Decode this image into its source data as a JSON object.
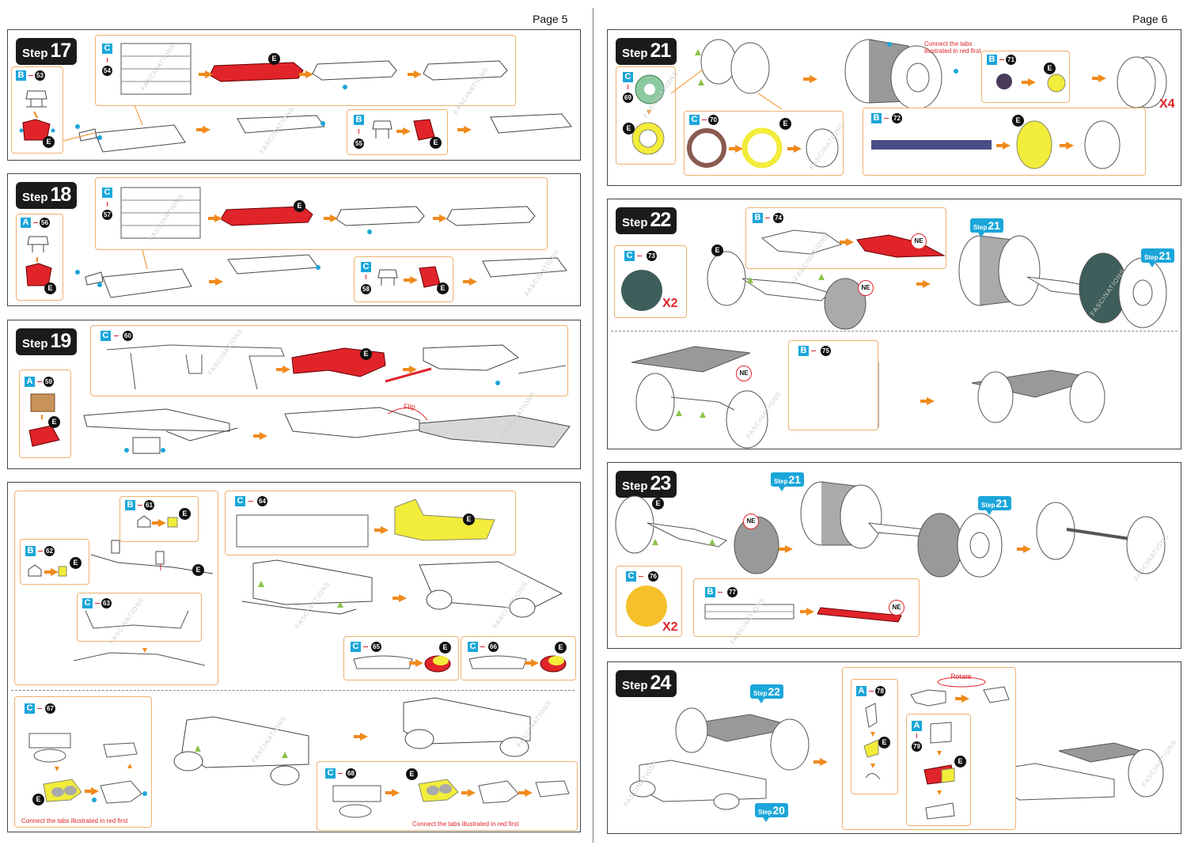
{
  "pages": {
    "left": "Page 5",
    "right": "Page 6"
  },
  "step_word": "Step",
  "steps": {
    "s17": "17",
    "s18": "18",
    "s19": "19",
    "s20": "20",
    "s21": "21",
    "s22": "22",
    "s23": "23",
    "s24": "24"
  },
  "sheets": {
    "a": "A",
    "b": "B",
    "c": "C"
  },
  "parts": {
    "p53": "53",
    "p54": "54",
    "p55": "55",
    "p56": "56",
    "p57": "57",
    "p58": "58",
    "p59": "59",
    "p60": "60",
    "p61": "61",
    "p62": "62",
    "p63": "63",
    "p64": "64",
    "p65": "65",
    "p66": "66",
    "p67": "67",
    "p68": "68",
    "p69": "69",
    "p70": "70",
    "p71": "71",
    "p72": "72",
    "p73": "73",
    "p74": "74",
    "p75": "75",
    "p76": "76",
    "p77": "77",
    "p78": "78",
    "p79": "79"
  },
  "marks": {
    "e": "E",
    "ne": "NE"
  },
  "labels": {
    "flip": "Flip",
    "rotate": "Rotate",
    "connect_tabs": "Connect the tabs illustrated in red first",
    "connect_tabs_l1": "Connect the tabs",
    "connect_tabs_l2": "illustrated in red first",
    "x2": "X2",
    "x4": "X4",
    "watermark": "FASCINATIONS"
  },
  "colors": {
    "accent_blue": "#1ba6d9",
    "red": "#e0242a",
    "orange": "#f08a1c",
    "yellow": "#f2ec3a",
    "green_part": "#8cc9a0",
    "brown_part": "#8a5a50",
    "slate_part": "#3e5e5c",
    "gold_part": "#f5c02a",
    "navy_part": "#4a4e86"
  }
}
